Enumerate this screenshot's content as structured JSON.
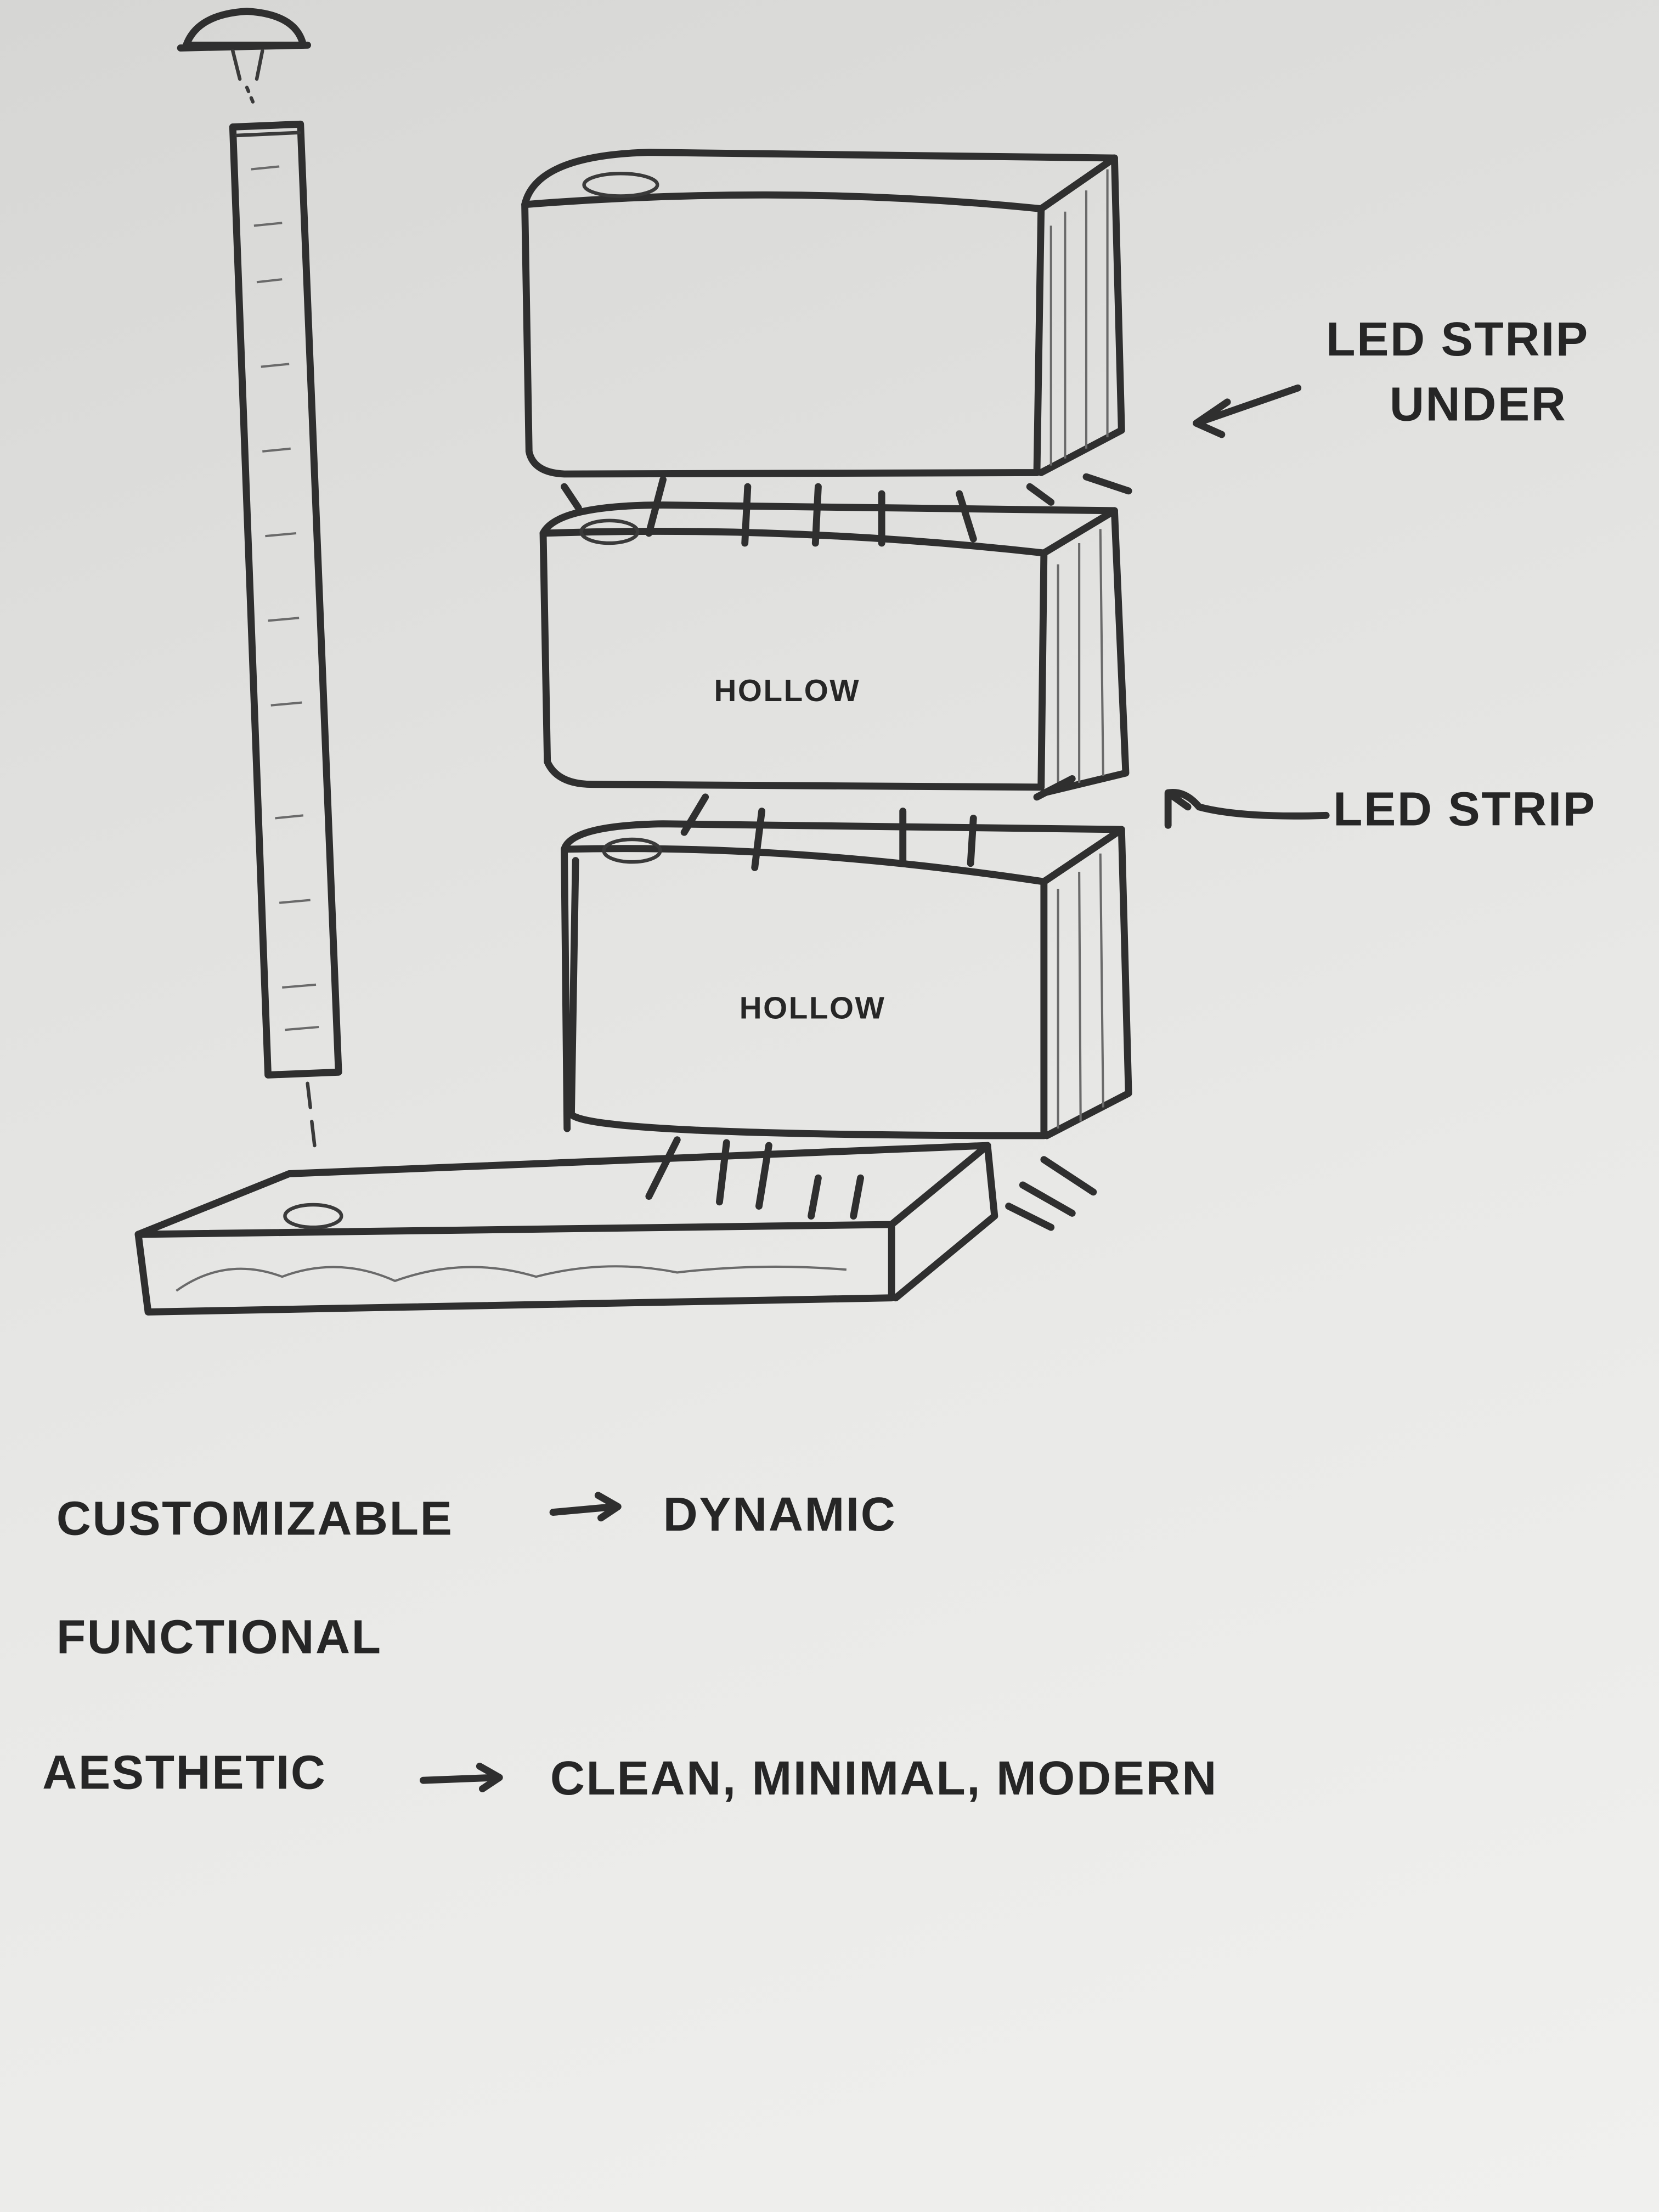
{
  "labels": {
    "led_strip_under_line1": "LED STRIP",
    "led_strip_under_line2": "UNDER",
    "hollow_middle": "HOLLOW",
    "hollow_lower": "HOLLOW",
    "led_strip": "LED STRIP"
  },
  "notes": [
    {
      "term": "CUSTOMIZABLE",
      "arrow": "→",
      "value": "DYNAMIC"
    },
    {
      "term": "FUNCTIONAL"
    },
    {
      "term": "AESTHETIC",
      "arrow": "→",
      "value": "CLEAN, MINIMAL, MODERN"
    }
  ],
  "colors": {
    "pencil": "#2f2f2f",
    "paper": "#e4e4e2"
  }
}
